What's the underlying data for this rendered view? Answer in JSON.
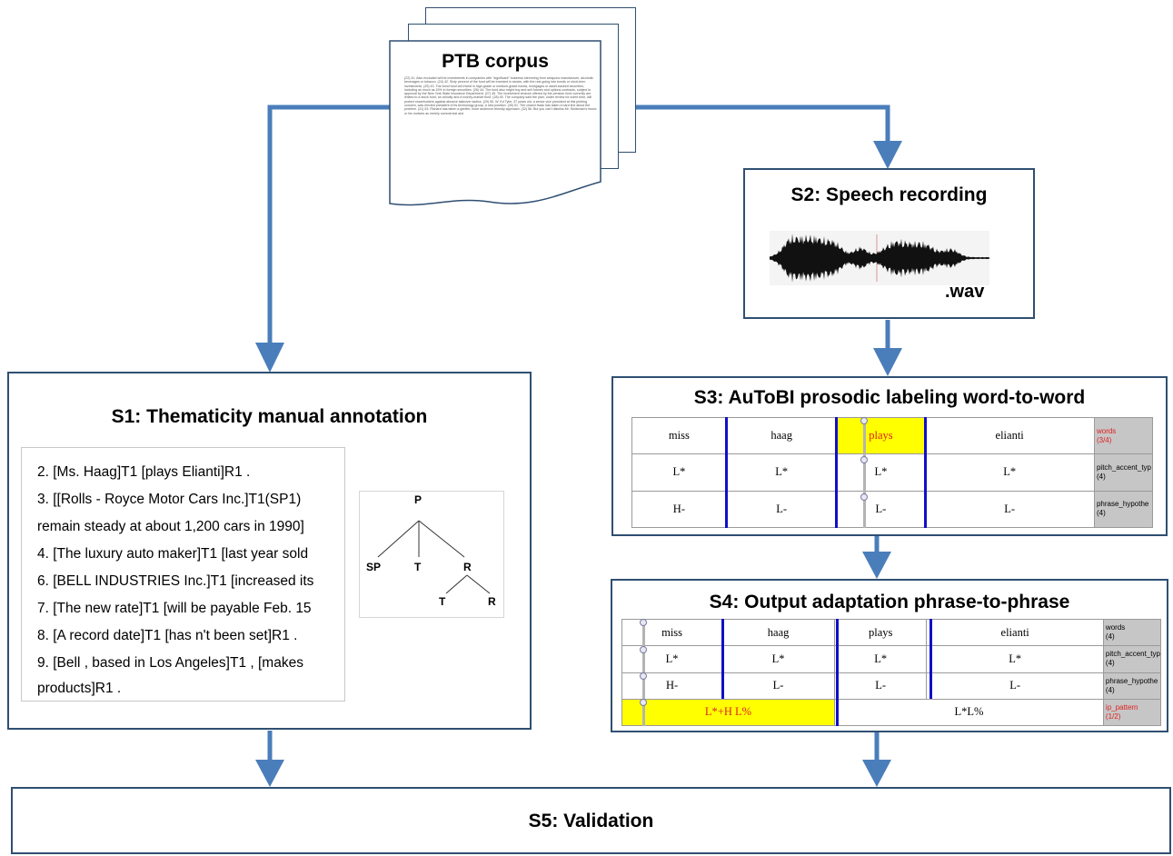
{
  "ptb": {
    "title": "PTB corpus",
    "text": "(22) 41. Also excluded will be investments in companies with \"significant\" business stemming from weapons manufacture, alcoholic beverages or tobacco. (24) 42. Sixty percent of the fund will be invested in stocks, with the rest going into bonds or short-term investments. (25) 43. The bond fund will invest in high-grade or medium-grade bonds, mortgages or asset-backed securities, including as much as 15% in foreign securities. (26) 44. The fund also might buy and sell futures and options contracts, subject to approval by the New York State Insurance Department. (27) 45. The investment choices offered by the pension fund currently are limited to a stock fund, an annuity and a money-market fund. (28) 45. The company said the plan, under review for some time, will protect shareholders against abusive takeover tactics. (29) 50. W. Ed Tyler, 37 years old, a senior vice president at this printing concern, was elected president of its technology group, a new position. (30) 51. The closed Haas has taken a hard line about the problem. (31) 53. Richard has taken a gentler, more audience-friendly approach. (32) 56. But you can't dismiss Mr. Stoltzman's music or his motives as merely commercial and"
  },
  "s1": {
    "title": "S1: Thematicity manual annotation",
    "lines": [
      "2. [Ms. Haag]T1 [plays Elianti]R1 .",
      "3. [[Rolls - Royce Motor Cars Inc.]T1(SP1)",
      "remain steady at about 1,200 cars in 1990]",
      "4. [The luxury auto maker]T1 [last year sold",
      "6. [BELL INDUSTRIES Inc.]T1 [increased its",
      "7. [The new rate]T1 [will be payable Feb. 15",
      "8. [A record date]T1 [has n't been set]R1 .",
      "9. [Bell , based in Los Angeles]T1 , [makes",
      "products]R1 ."
    ],
    "tree": {
      "root": "P",
      "children": [
        "SP",
        "T",
        "R"
      ],
      "grandchildren": [
        "T",
        "R"
      ]
    }
  },
  "s2": {
    "title": "S2: Speech recording",
    "file_label": ".wav"
  },
  "s3": {
    "title": "S3: AuToBI prosodic labeling word-to-word",
    "words": [
      "miss",
      "haag",
      "plays",
      "elianti"
    ],
    "rows": [
      {
        "cells": [
          "miss",
          "haag",
          "plays",
          "elianti"
        ],
        "tier": "words",
        "count": "(3/4)"
      },
      {
        "cells": [
          "L*",
          "L*",
          "L*",
          "L*"
        ],
        "tier": "pitch_accent_typ",
        "count": "(4)"
      },
      {
        "cells": [
          "H-",
          "L-",
          "L-",
          "L-"
        ],
        "tier": "phrase_hypothe",
        "count": "(4)"
      }
    ]
  },
  "s4": {
    "title": "S4: Output adaptation phrase-to-phrase",
    "rows": [
      {
        "cells": [
          "miss",
          "haag",
          "plays",
          "elianti"
        ],
        "tier": "words",
        "count": "(4)"
      },
      {
        "cells": [
          "L*",
          "L*",
          "L*",
          "L*"
        ],
        "tier": "pitch_accent_typ",
        "count": "(4)"
      },
      {
        "cells": [
          "H-",
          "L-",
          "L-",
          "L-"
        ],
        "tier": "phrase_hypothe",
        "count": "(4)"
      }
    ],
    "phrase_row": {
      "cells": [
        "L*+H L%",
        "L*L%"
      ],
      "tier": "ip_pattern",
      "count": "(1/2)"
    }
  },
  "s5": {
    "title": "S5: Validation"
  },
  "colors": {
    "arrow": "#4a7ebb",
    "box_border": "#2f4f72",
    "highlight": "#ffff00",
    "boundary": "#1010c8",
    "label_red": "#e02020"
  }
}
